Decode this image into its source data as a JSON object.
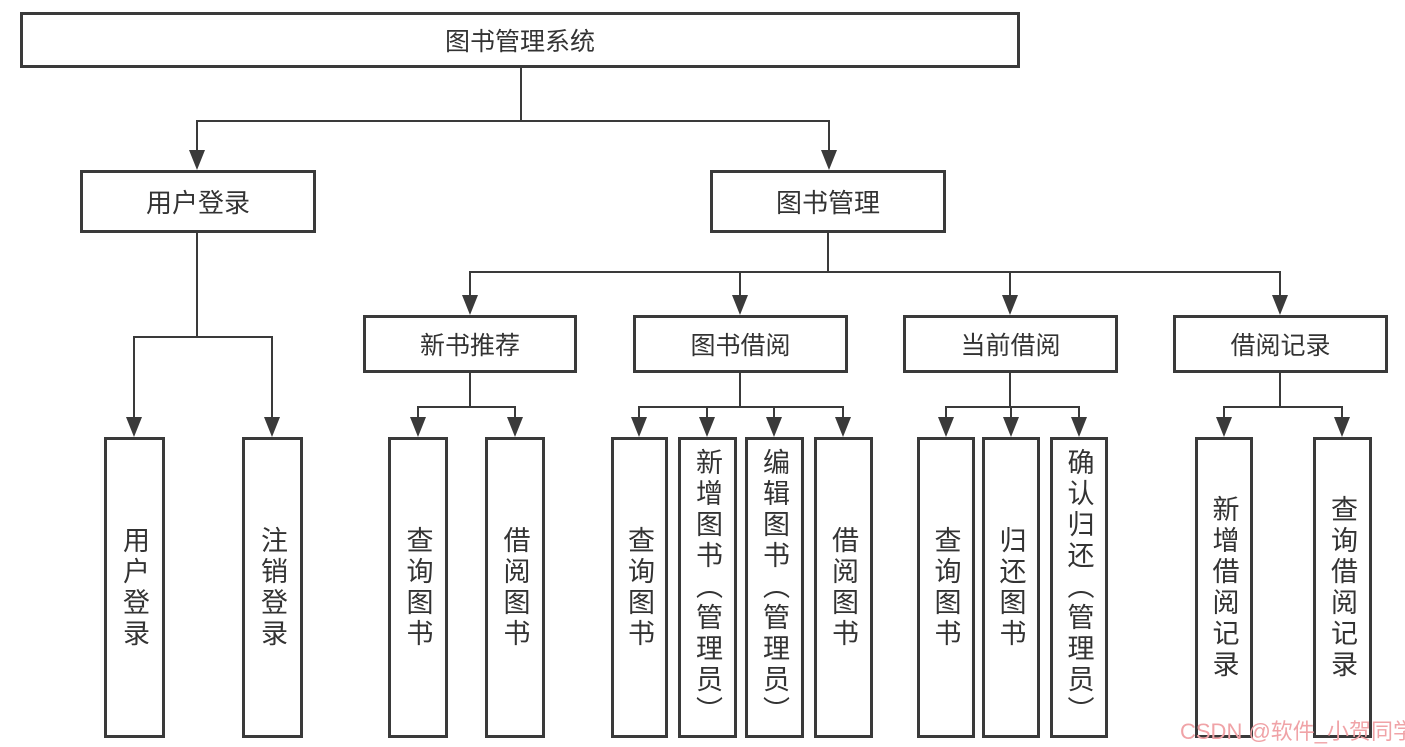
{
  "diagram": {
    "title": "图书管理系统",
    "level2": [
      {
        "label": "用户登录"
      },
      {
        "label": "图书管理"
      }
    ],
    "level3": [
      {
        "label": "新书推荐"
      },
      {
        "label": "图书借阅"
      },
      {
        "label": "当前借阅"
      },
      {
        "label": "借阅记录"
      }
    ],
    "leaves": {
      "user_login": [
        "用户登录",
        "注销登录"
      ],
      "new_books": [
        "查询图书",
        "借阅图书"
      ],
      "book_borrow": [
        "查询图书",
        "新增图书（管理员）",
        "编辑图书（管理员）",
        "借阅图书"
      ],
      "current_borrow": [
        "查询图书",
        "归还图书",
        "确认归还（管理员）"
      ],
      "borrow_records": [
        "新增借阅记录",
        "查询借阅记录"
      ]
    }
  },
  "watermark": {
    "text": "CSDN @软件_小贺同学",
    "color": "#f0a3a7"
  },
  "colors": {
    "line": "#3a3a3a",
    "text": "#333333",
    "background": "#ffffff"
  }
}
